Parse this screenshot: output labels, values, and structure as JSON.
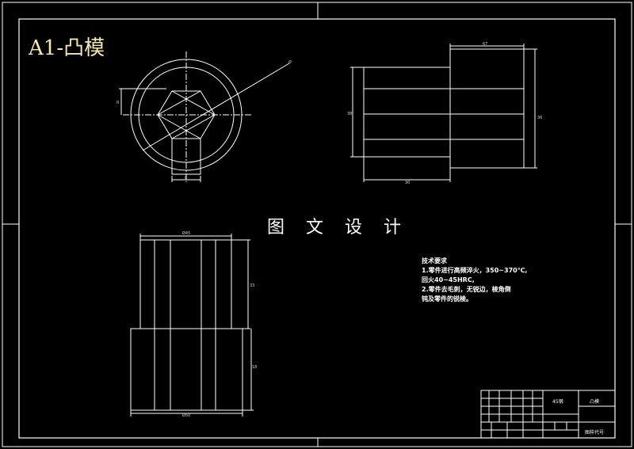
{
  "title": "A1-凸模",
  "watermark": "图 文 设 计",
  "notes": [
    "技术要求",
    "1.零件进行高频淬火，350~370℃,",
    "回火40~45HRC,",
    "2.零件去毛刺，无锐边，棱角倒",
    "钝及零件的锐棱。"
  ],
  "title_block": {
    "part_name": "凸模",
    "material": "45钢",
    "drawing_code": "图样代号"
  },
  "dimension_labels": {
    "top_view_diameter": "Ø",
    "top_view_left": "R",
    "top_view_bottom": "8",
    "side_view_top": "67",
    "side_view_left": "38",
    "side_view_right": "36",
    "side_view_bottom": "30",
    "front_view_top": "Ø45",
    "front_view_mid": "33",
    "front_view_right": "18",
    "front_view_bottom": "Ø50"
  }
}
